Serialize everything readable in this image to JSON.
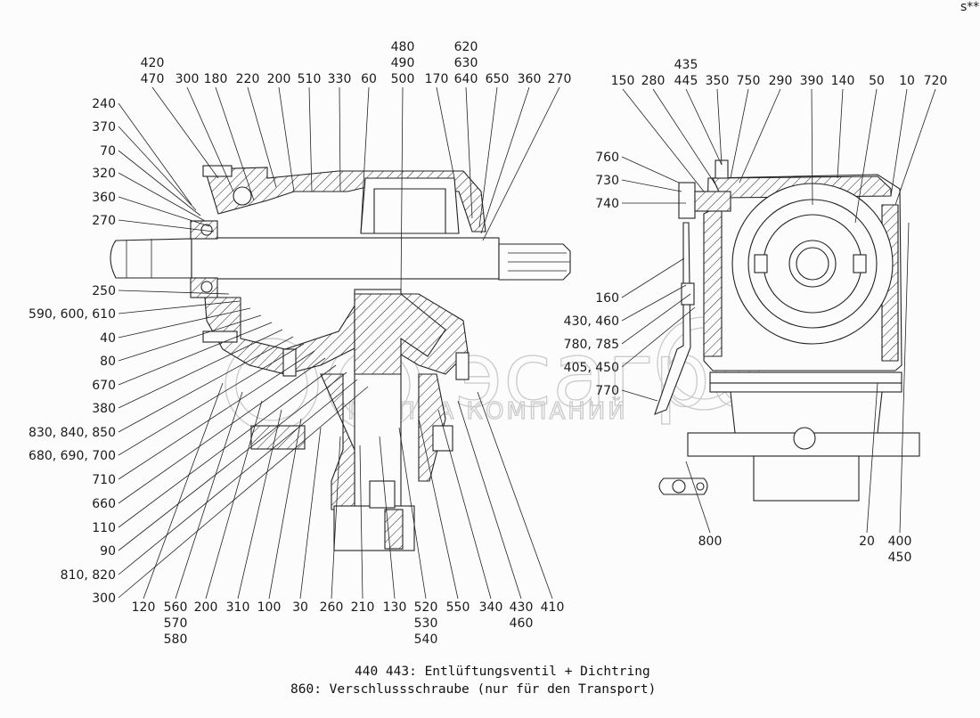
{
  "diagram": {
    "title": "Gearbox sectional parts drawing",
    "watermark": {
      "brand": "эсагро",
      "subtitle": "ГРУППА КОМПАНИЙ"
    },
    "corner_mark": "s** ooo",
    "left_view": {
      "top_labels": [
        {
          "lines": [
            "420",
            "470"
          ]
        },
        {
          "lines": [
            "300"
          ]
        },
        {
          "lines": [
            "180"
          ]
        },
        {
          "lines": [
            "220"
          ]
        },
        {
          "lines": [
            "200"
          ]
        },
        {
          "lines": [
            "510"
          ]
        },
        {
          "lines": [
            "330"
          ]
        },
        {
          "lines": [
            "60"
          ]
        },
        {
          "lines": [
            "480",
            "490",
            "500"
          ]
        },
        {
          "lines": [
            "170"
          ]
        },
        {
          "lines": [
            "620",
            "630",
            "640"
          ]
        },
        {
          "lines": [
            "650"
          ]
        },
        {
          "lines": [
            "360"
          ]
        },
        {
          "lines": [
            "270"
          ]
        }
      ],
      "left_labels": [
        "240",
        "370",
        "70",
        "320",
        "360",
        "270",
        "250",
        "590, 600, 610",
        "40",
        "80",
        "670",
        "380",
        "830, 840, 850",
        "680, 690, 700",
        "710",
        "660",
        "110",
        "90",
        "810, 820",
        "300"
      ],
      "bottom_labels": [
        {
          "lines": [
            "120"
          ]
        },
        {
          "lines": [
            "560",
            "570",
            "580"
          ]
        },
        {
          "lines": [
            "200"
          ]
        },
        {
          "lines": [
            "310"
          ]
        },
        {
          "lines": [
            "100"
          ]
        },
        {
          "lines": [
            "30"
          ]
        },
        {
          "lines": [
            "260"
          ]
        },
        {
          "lines": [
            "210"
          ]
        },
        {
          "lines": [
            "130"
          ]
        },
        {
          "lines": [
            "520",
            "530",
            "540"
          ]
        },
        {
          "lines": [
            "550"
          ]
        },
        {
          "lines": [
            "340"
          ]
        },
        {
          "lines": [
            "430",
            "460"
          ]
        },
        {
          "lines": [
            "410"
          ]
        }
      ]
    },
    "right_view": {
      "top_labels": [
        {
          "lines": [
            "150"
          ]
        },
        {
          "lines": [
            "280"
          ]
        },
        {
          "lines": [
            "435",
            "445"
          ]
        },
        {
          "lines": [
            "350"
          ]
        },
        {
          "lines": [
            "750"
          ]
        },
        {
          "lines": [
            "290"
          ]
        },
        {
          "lines": [
            "390"
          ]
        },
        {
          "lines": [
            "140"
          ]
        },
        {
          "lines": [
            "50"
          ]
        },
        {
          "lines": [
            "10"
          ]
        },
        {
          "lines": [
            "720"
          ]
        }
      ],
      "left_labels": [
        "760",
        "730",
        "740",
        "160",
        "430, 460",
        "780, 785",
        "405, 450",
        "770"
      ],
      "bottom_labels": [
        {
          "lines": [
            "800"
          ]
        },
        {
          "lines": [
            "20"
          ]
        },
        {
          "lines": [
            "400",
            "450"
          ]
        }
      ]
    },
    "notes": [
      "440 443: Entlüftungsventil + Dichtring",
      "860: Verschlussschraube (nur für den Transport)"
    ]
  }
}
